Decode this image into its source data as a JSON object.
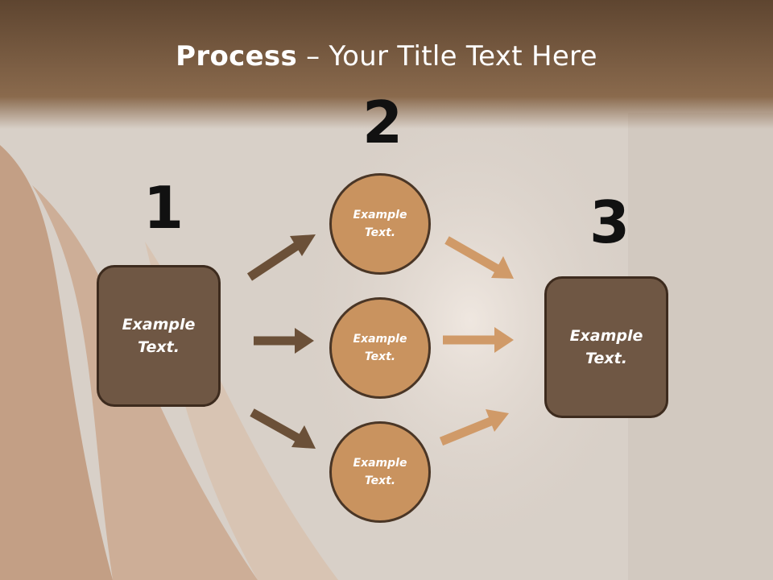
{
  "title": {
    "bold": "Process",
    "rest": " – Your Title Text Here"
  },
  "steps": [
    {
      "number": "1",
      "line1": "Example",
      "line2": "Text."
    },
    {
      "number": "2",
      "line1": "Example",
      "line2": "Text."
    },
    {
      "number": "3",
      "line1": "Example",
      "line2": "Text."
    }
  ],
  "middle_items": [
    {
      "line1": "Example",
      "line2": "Text."
    },
    {
      "line1": "Example",
      "line2": "Text."
    },
    {
      "line1": "Example",
      "line2": "Text."
    }
  ],
  "colors": {
    "header": "#6b4f36",
    "box_fill": "#6f5744",
    "circle_fill": "#c9935f",
    "arrow_dark": "#6b5038",
    "arrow_light": "#d09a68"
  }
}
